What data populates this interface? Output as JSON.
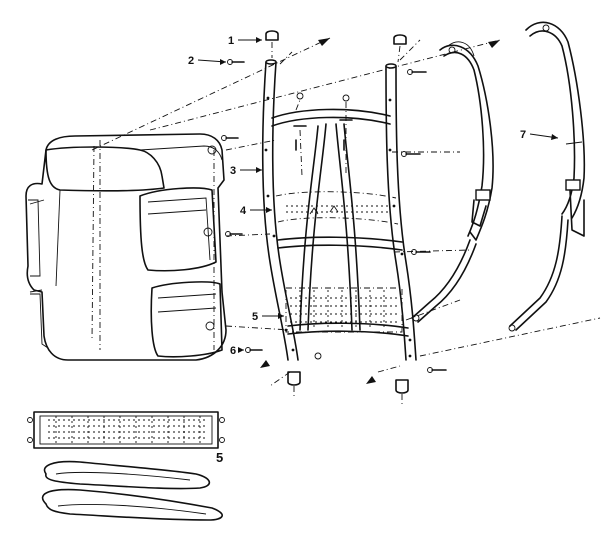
{
  "callouts": {
    "c1": "1",
    "c2": "2",
    "c3": "3",
    "c4": "4",
    "c5": "5",
    "c6": "6",
    "c7": "7",
    "c5b": "5"
  }
}
